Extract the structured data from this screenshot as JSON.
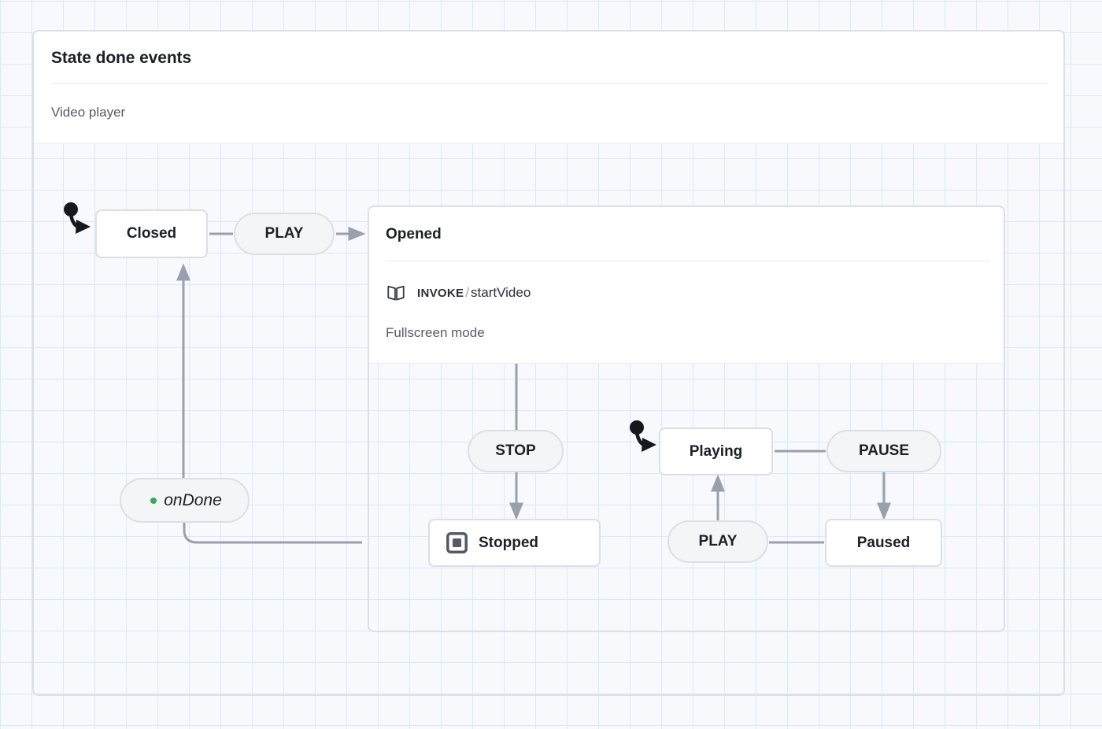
{
  "machine": {
    "title": "State done events",
    "description": "Video player"
  },
  "states": {
    "closed": {
      "label": "Closed"
    },
    "opened": {
      "label": "Opened",
      "invoke_keyword": "INVOKE",
      "invoke_separator": "/",
      "invoke_source": "startVideo",
      "description": "Fullscreen mode",
      "invoke_icon": "open-book-icon"
    },
    "stopped": {
      "label": "Stopped",
      "icon": "final-state-icon"
    },
    "playing": {
      "label": "Playing"
    },
    "paused": {
      "label": "Paused"
    }
  },
  "events": {
    "play_to_opened": {
      "label": "PLAY"
    },
    "on_done": {
      "label": "onDone",
      "marker": "done-dot"
    },
    "stop": {
      "label": "STOP"
    },
    "pause": {
      "label": "PAUSE"
    },
    "play_to_playing": {
      "label": "PLAY"
    }
  },
  "colors": {
    "grid_line": "#dce8fa",
    "canvas_bg": "#f7f9fc",
    "node_border": "#dcdfe4",
    "node_bg": "#ffffff",
    "event_bg": "#f4f5f7",
    "edge": "#9aa0ab",
    "text_primary": "#1d2025",
    "text_secondary": "#555b66",
    "done_dot": "#39a85b",
    "final_icon": "#565969",
    "initial_marker": "#16181d"
  },
  "icons": {
    "initial_marker_closed": "initial-state-marker-icon",
    "initial_marker_playing": "initial-state-marker-icon"
  }
}
